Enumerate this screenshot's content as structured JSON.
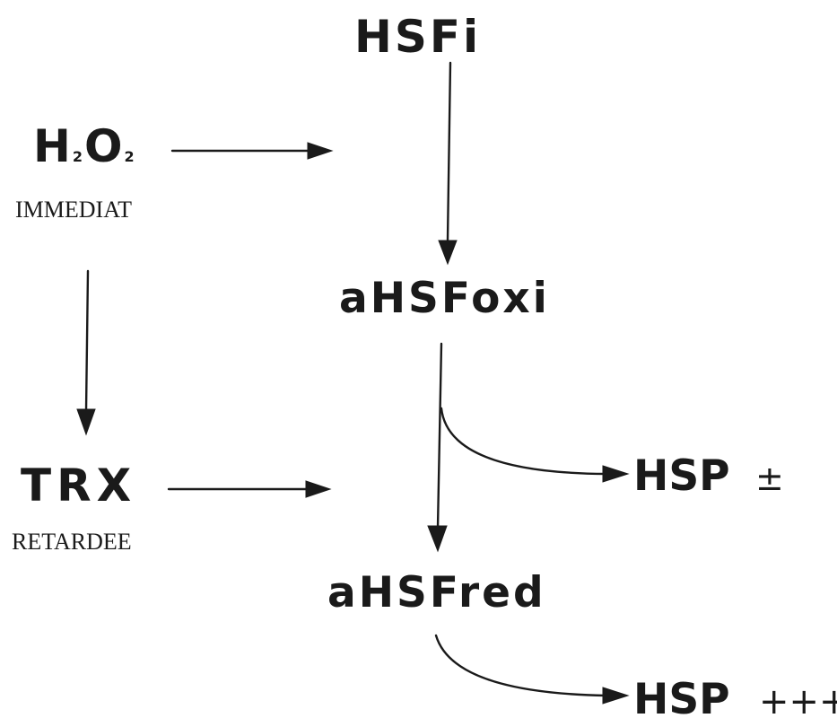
{
  "nodes": {
    "hsfi": "HSFi",
    "h2o2": {
      "main_1": "H",
      "sub_1": "2",
      "main_2": "O",
      "sub_2": "2"
    },
    "immediat": "IMMEDIAT",
    "ahsfoxi": "aHSFoxi",
    "trx": "TRX",
    "retardee": "RETARDEE",
    "ahsfred": "aHSFred",
    "hsp_low": {
      "label": "HSP",
      "level": "±"
    },
    "hsp_high": {
      "label": "HSP",
      "level": "+++"
    }
  },
  "colors": {
    "ink": "#1a1a1a",
    "background": "#ffffff"
  }
}
